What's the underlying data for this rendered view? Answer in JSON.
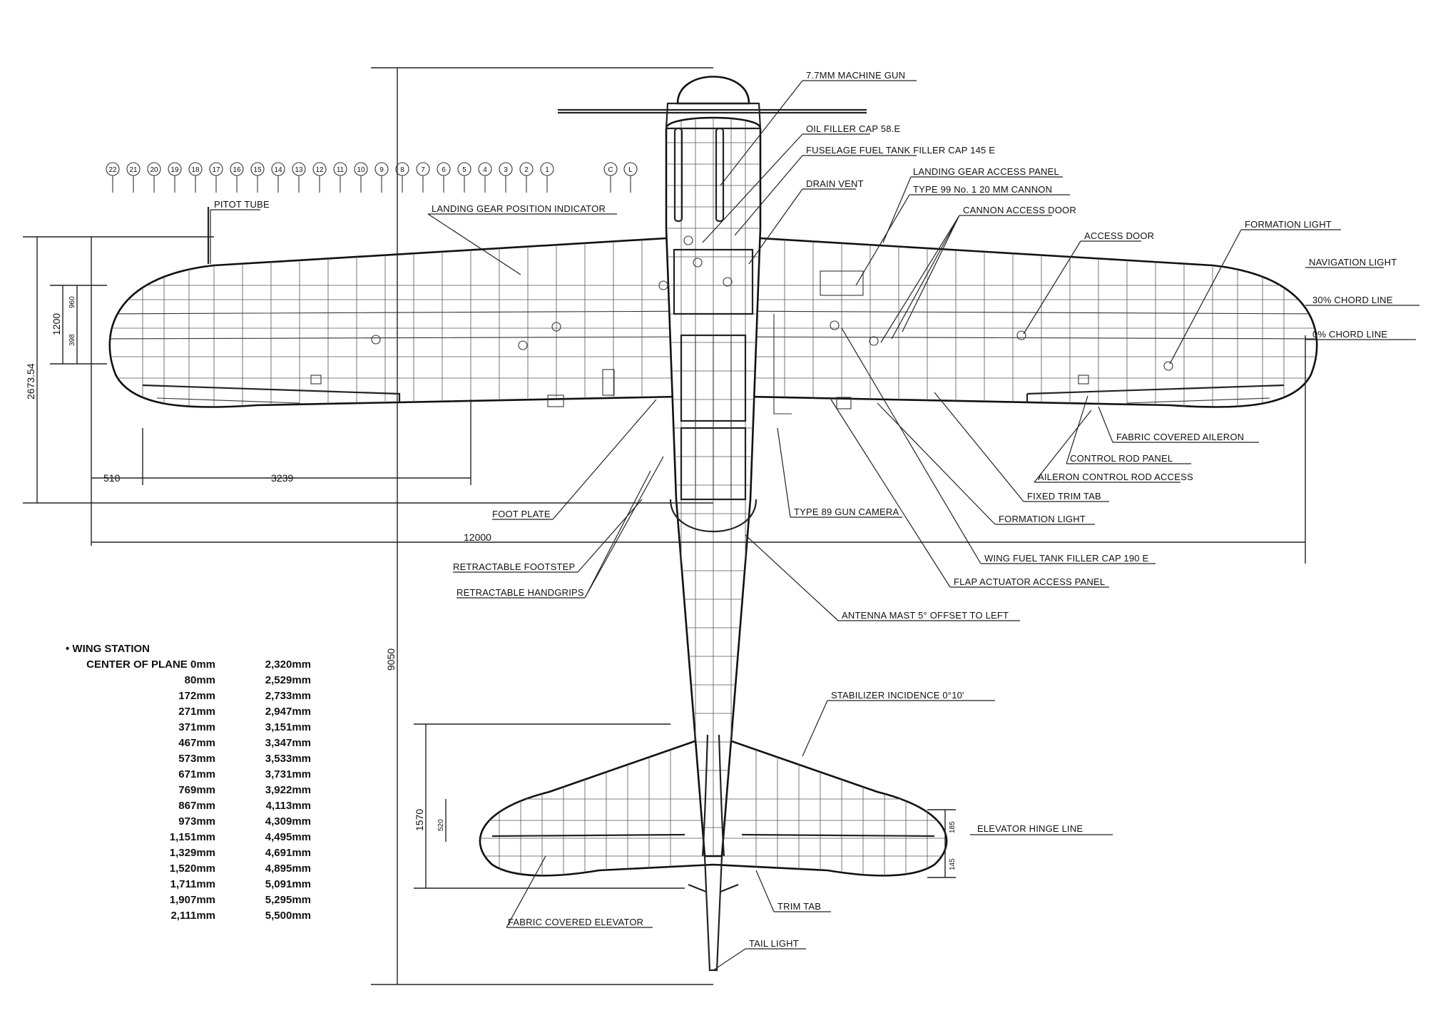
{
  "callouts": {
    "machine_gun": "7.7MM MACHINE GUN",
    "oil_filler": "OIL FILLER CAP 58.E",
    "fuselage_fuel": "FUSELAGE FUEL TANK FILLER CAP 145 E",
    "landing_gear_access": "LANDING GEAR ACCESS PANEL",
    "cannon": "TYPE 99 No. 1 20 MM CANNON",
    "cannon_access": "CANNON ACCESS DOOR",
    "access_door": "ACCESS DOOR",
    "formation_light_top": "FORMATION LIGHT",
    "navigation_light": "NAVIGATION LIGHT",
    "chord_line_30": "30% CHORD LINE",
    "chord_line_0": "0% CHORD LINE",
    "pitot_tube": "PITOT TUBE",
    "gear_indicator": "LANDING GEAR POSITION INDICATOR",
    "drain_vent": "DRAIN VENT",
    "fabric_aileron": "FABRIC COVERED AILERON",
    "control_rod": "CONTROL ROD PANEL",
    "aileron_rod_access": "AILERON CONTROL ROD ACCESS",
    "fixed_trim_tab": "FIXED TRIM TAB",
    "formation_light_bottom": "FORMATION LIGHT",
    "wing_fuel": "WING FUEL TANK FILLER CAP 190 E",
    "flap_actuator": "FLAP ACTUATOR ACCESS PANEL",
    "camera": "TYPE 89 GUN CAMERA",
    "foot_plate": "FOOT PLATE",
    "retract_footstep": "RETRACTABLE FOOTSTEP",
    "retract_handgrips": "RETRACTABLE HANDGRIPS",
    "antenna": "ANTENNA MAST 5° OFFSET TO LEFT",
    "stabilizer": "STABILIZER INCIDENCE 0°10'",
    "elevator_hinge": "ELEVATOR HINGE LINE",
    "trim_tab": "TRIM TAB",
    "fabric_elevator": "FABRIC COVERED ELEVATOR",
    "tail_light": "TAIL LIGHT"
  },
  "dimensions": {
    "span": "12000",
    "length": "9050",
    "d510": "510",
    "d3239": "3239",
    "wing_chord": "2673.54",
    "d1200": "1200",
    "d960": "960",
    "d398": "398",
    "tail_chord": "1570",
    "tail_520": "520",
    "tail_185": "185",
    "tail_145": "145"
  },
  "stations": [
    "22",
    "21",
    "20",
    "19",
    "18",
    "17",
    "16",
    "15",
    "14",
    "13",
    "12",
    "11",
    "10",
    "9",
    "8",
    "7",
    "6",
    "5",
    "4",
    "3",
    "2",
    "1",
    "C",
    "L"
  ],
  "wing_table": {
    "title": "• WING STATION",
    "rows": [
      {
        "station": "CENTER OF PLANE  0mm",
        "chord": "2,320mm"
      },
      {
        "station": "80mm",
        "chord": "2,529mm"
      },
      {
        "station": "172mm",
        "chord": "2,733mm"
      },
      {
        "station": "271mm",
        "chord": "2,947mm"
      },
      {
        "station": "371mm",
        "chord": "3,151mm"
      },
      {
        "station": "467mm",
        "chord": "3,347mm"
      },
      {
        "station": "573mm",
        "chord": "3,533mm"
      },
      {
        "station": "671mm",
        "chord": "3,731mm"
      },
      {
        "station": "769mm",
        "chord": "3,922mm"
      },
      {
        "station": "867mm",
        "chord": "4,113mm"
      },
      {
        "station": "973mm",
        "chord": "4,309mm"
      },
      {
        "station": "1,151mm",
        "chord": "4,495mm"
      },
      {
        "station": "1,329mm",
        "chord": "4,691mm"
      },
      {
        "station": "1,520mm",
        "chord": "4,895mm"
      },
      {
        "station": "1,711mm",
        "chord": "5,091mm"
      },
      {
        "station": "1,907mm",
        "chord": "5,295mm"
      },
      {
        "station": "2,111mm",
        "chord": "5,500mm"
      }
    ]
  }
}
